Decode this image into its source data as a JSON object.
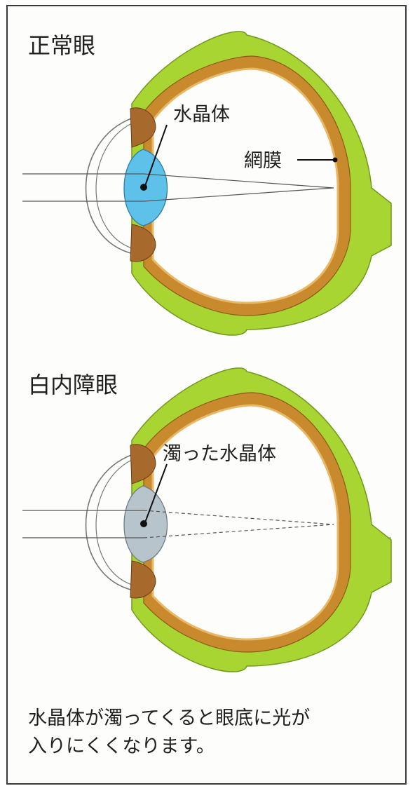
{
  "colors": {
    "sclera": "#a8d531",
    "choroid_outer": "#c98a2e",
    "choroid_inner": "#f1c981",
    "lens_normal": "#5ec1ea",
    "lens_cataract": "#b8c4cc",
    "nerve": "#b9d0e0",
    "iris": "#a8692d"
  },
  "normal_eye": {
    "title": "正常眼",
    "lens_label": "水晶体",
    "retina_label": "網膜"
  },
  "cataract_eye": {
    "title": "白内障眼",
    "lens_label": "濁った水晶体"
  },
  "caption": {
    "line1": "水晶体が濁ってくると眼底に光が",
    "line2": "入りにくくなります。"
  }
}
